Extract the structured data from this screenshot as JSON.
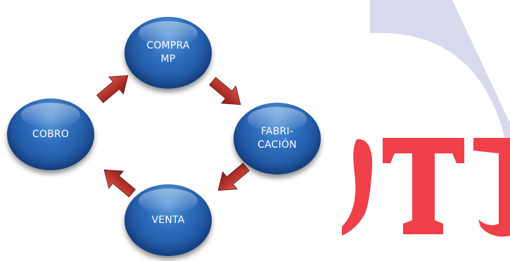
{
  "diagram": {
    "type": "cycle",
    "nodes": [
      {
        "id": "compra",
        "label": "COMPRA\nMP"
      },
      {
        "id": "fabricacion",
        "label": "FABRI-\nCACIÓN"
      },
      {
        "id": "venta",
        "label": "VENTA"
      },
      {
        "id": "cobro",
        "label": "COBRO"
      }
    ],
    "edges": [
      {
        "from": "compra",
        "to": "fabricacion"
      },
      {
        "from": "fabricacion",
        "to": "venta"
      },
      {
        "from": "venta",
        "to": "cobro"
      },
      {
        "from": "cobro",
        "to": "compra"
      }
    ]
  },
  "watermark": {
    "text": "STJ"
  },
  "colors": {
    "node_blue": "#1f5aa8",
    "arrow_red": "#b5332c",
    "watermark_red": "#f0404a",
    "watermark_lavender": "#d9d9ee"
  }
}
